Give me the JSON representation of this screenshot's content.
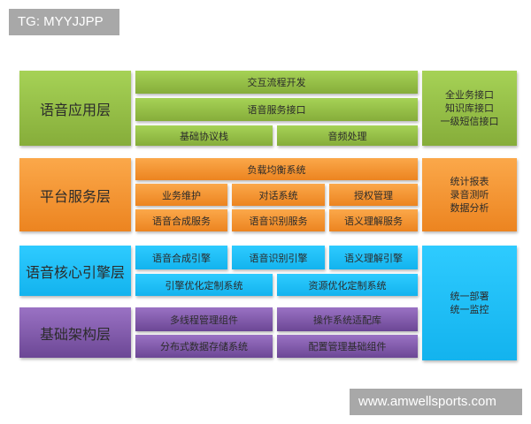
{
  "watermarks": {
    "top": "TG: MYYJJPP",
    "bottom": "www.amwellsports.com"
  },
  "colors": {
    "green": "#94bf45",
    "orange": "#f59431",
    "cyan": "#1fbff5",
    "purple": "#7d57a8",
    "watermark_bg": "#a8a8a8"
  },
  "layers": {
    "application": {
      "title": "语音应用层",
      "rows": [
        "交互流程开发",
        "语音服务接口"
      ],
      "cells": [
        "基础协议栈",
        "音频处理"
      ],
      "side": [
        "全业务接口",
        "知识库接口",
        "一级短信接口"
      ]
    },
    "platform": {
      "title": "平台服务层",
      "rows": [
        "负载均衡系统"
      ],
      "cells_row1": [
        "业务维护",
        "对话系统",
        "授权管理"
      ],
      "cells_row2": [
        "语音合成服务",
        "语音识别服务",
        "语义理解服务"
      ],
      "side": [
        "统计报表",
        "录音测听",
        "数据分析"
      ]
    },
    "engine": {
      "title": "语音核心引擎层",
      "cells_row1": [
        "语音合成引擎",
        "语音识别引擎",
        "语义理解引擎"
      ],
      "cells_row2": [
        "引擎优化定制系统",
        "资源优化定制系统"
      ]
    },
    "infrastructure": {
      "title": "基础架构层",
      "cells_row1": [
        "多线程管理组件",
        "操作系统适配库"
      ],
      "cells_row2": [
        "分布式数据存储系统",
        "配置管理基础组件"
      ]
    },
    "ops": {
      "side": [
        "统一部署",
        "统一监控"
      ]
    }
  }
}
